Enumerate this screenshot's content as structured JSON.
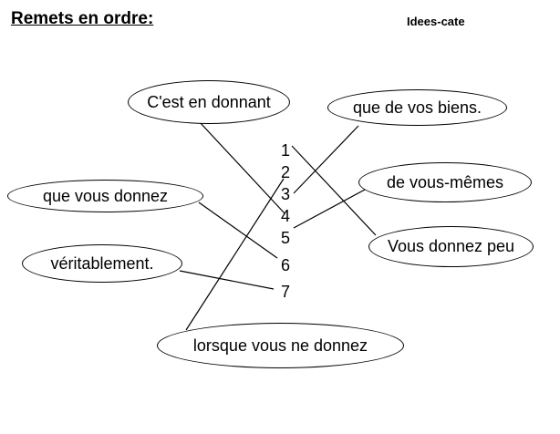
{
  "header": {
    "title": "Remets en ordre:",
    "credit": "Idees-cate"
  },
  "phrases": [
    "C'est en donnant",
    "que de vos biens.",
    "de vous-mêmes",
    "que vous donnez",
    "Vous donnez peu",
    "véritablement.",
    "lorsque vous ne donnez"
  ],
  "numbers": [
    "1",
    "2",
    "3",
    "4",
    "5",
    "6",
    "7"
  ],
  "connections": [
    {
      "phrase": "Vous donnez peu",
      "number": "1"
    },
    {
      "phrase": "lorsque vous ne donnez",
      "number": "2"
    },
    {
      "phrase": "que de vos biens.",
      "number": "3"
    },
    {
      "phrase": "C'est en donnant",
      "number": "4"
    },
    {
      "phrase": "de vous-mêmes",
      "number": "5"
    },
    {
      "phrase": "que vous donnez",
      "number": "6"
    },
    {
      "phrase": "véritablement.",
      "number": "7"
    }
  ]
}
